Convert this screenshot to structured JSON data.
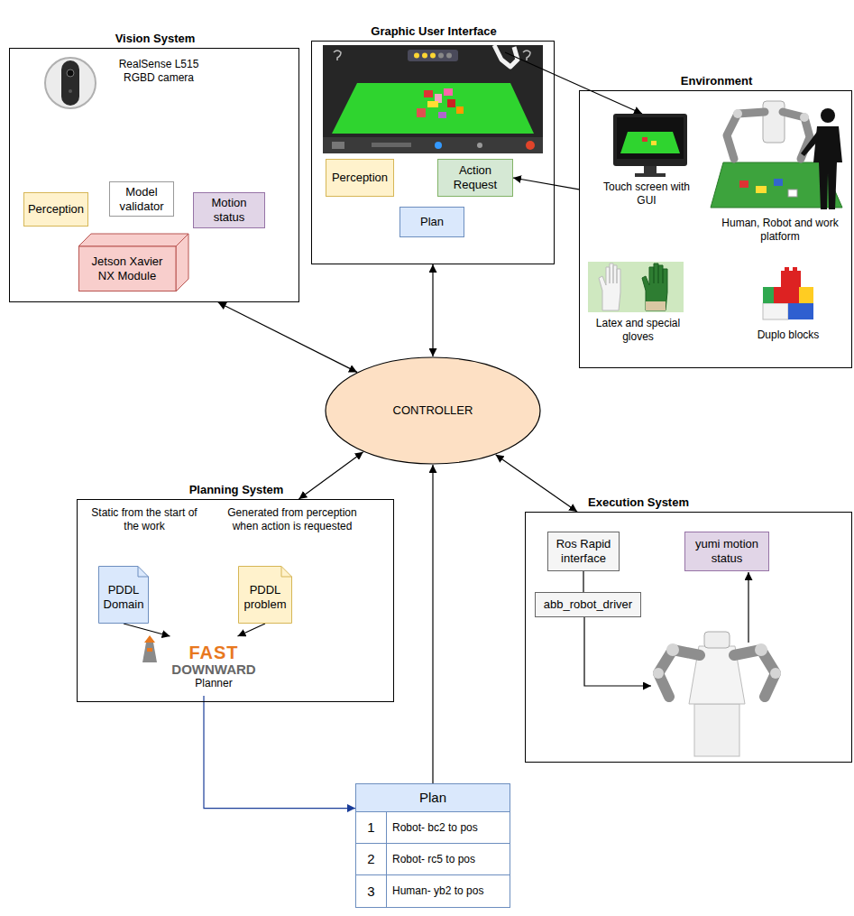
{
  "diagram": {
    "nodes": [
      {
        "text": [
          "Vision System"
        ]
      },
      {
        "text": [
          "Perception"
        ],
        "in": 0
      },
      {
        "text": [
          "Model validator"
        ],
        "in": 0
      },
      {
        "text": [
          "Motion status"
        ],
        "in": 0
      },
      {
        "text": [
          "Jetson Xavier NX Module"
        ],
        "in": 0
      },
      {
        "text": [
          "Graphic User Interface"
        ]
      },
      {
        "text": [
          "Perception"
        ],
        "in": 5
      },
      {
        "text": [
          "Action Request"
        ],
        "in": 5
      },
      {
        "text": [
          "Plan"
        ],
        "in": 5
      },
      {
        "text": [
          "Environment"
        ]
      },
      {
        "text": [
          "CONTROLLER"
        ]
      },
      {
        "text": [
          "Planning System"
        ]
      },
      {
        "text": [
          "PDDL Domain"
        ],
        "in": 11
      },
      {
        "text": [
          "PDDL problem"
        ],
        "in": 11
      },
      {
        "text": [
          "FAST",
          "DOWNWARD",
          "Planner"
        ],
        "in": 11
      },
      {
        "text": [
          "Execution System"
        ]
      },
      {
        "text": [
          "Ros Rapid interface"
        ],
        "in": 15
      },
      {
        "text": [
          "abb_robot_driver"
        ],
        "in": 15
      },
      {
        "text": [
          "yumi motion status"
        ],
        "in": 15
      },
      {
        "text": [
          "Plan",
          "1",
          "Robot- bc2 to pos",
          "2",
          "Robot- rc5 to pos",
          "3",
          "Human- yb2 to pos"
        ]
      }
    ],
    "edges": [
      {
        "from": 0,
        "to": 10,
        "arrow": "both"
      },
      {
        "from": 5,
        "to": 10,
        "arrow": "both"
      },
      {
        "from": 11,
        "to": 10,
        "arrow": "both"
      },
      {
        "from": 15,
        "to": 10,
        "arrow": "both"
      },
      {
        "from": 19,
        "to": 10,
        "arrow": "to"
      },
      {
        "from": 14,
        "to": 19,
        "arrow": "to"
      },
      {
        "from": 12,
        "to": 14,
        "arrow": "to"
      },
      {
        "from": 13,
        "to": 14,
        "arrow": "to"
      },
      {
        "from": 16,
        "to": 17,
        "arrow": "none"
      },
      {
        "from": 9,
        "to": 7,
        "arrow": "to"
      }
    ],
    "labels": [
      "RealSense L515 RGBD camera",
      "Touch screen with GUI",
      "Human, Robot and work platform",
      "Latex and special gloves",
      "Duplo blocks",
      "Static from the start of the work",
      "Generated from perception when action is requested"
    ]
  }
}
